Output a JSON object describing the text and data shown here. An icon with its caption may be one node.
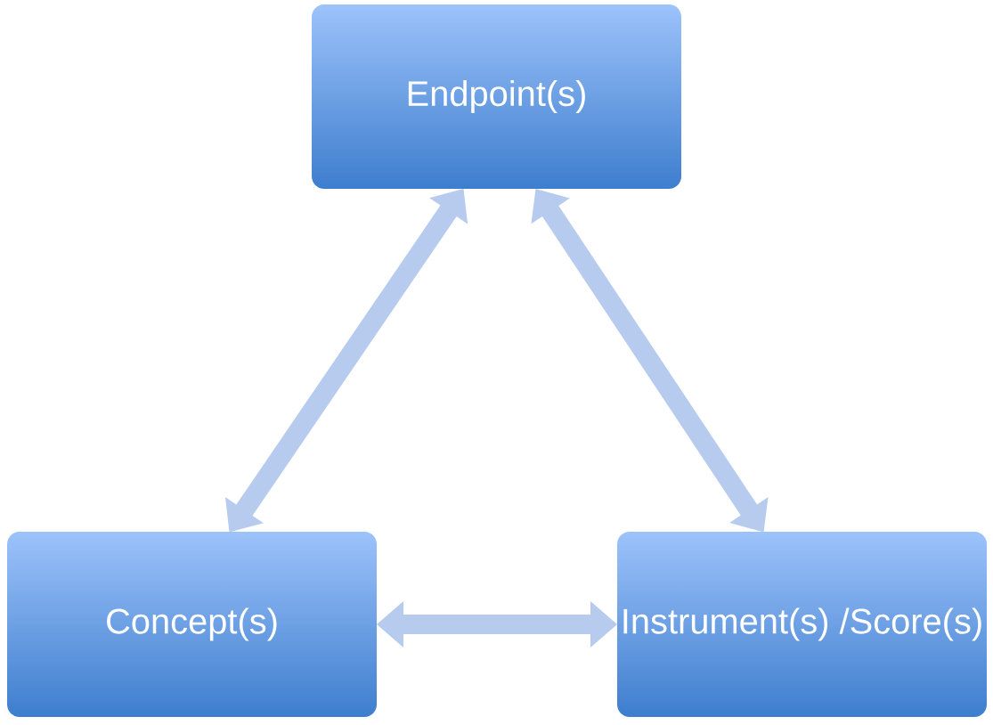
{
  "diagram": {
    "nodes": [
      {
        "text": [
          "Endpoint(s)"
        ]
      },
      {
        "text": [
          "Concept(s)"
        ]
      },
      {
        "text": [
          "Instrument(s) /Score(s)"
        ]
      }
    ],
    "edges": [
      {
        "from": 0,
        "to": 1,
        "arrow": "both"
      },
      {
        "from": 0,
        "to": 2,
        "arrow": "both"
      },
      {
        "from": 1,
        "to": 2,
        "arrow": "both"
      }
    ]
  }
}
